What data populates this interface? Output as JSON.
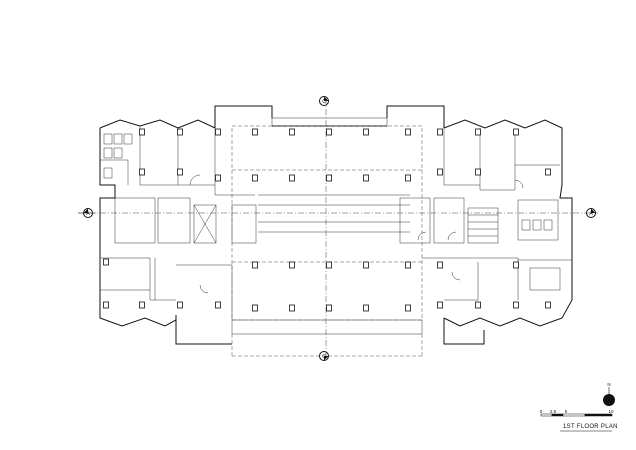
{
  "drawing": {
    "title": "1ST FLOOR PLAN",
    "section_markers": {
      "left": "A",
      "right": "A",
      "top": "C",
      "bottom": "C"
    },
    "north_symbol": "N",
    "scale_bar": {
      "ticks": [
        "0",
        "2.5",
        "5",
        "10"
      ]
    }
  }
}
